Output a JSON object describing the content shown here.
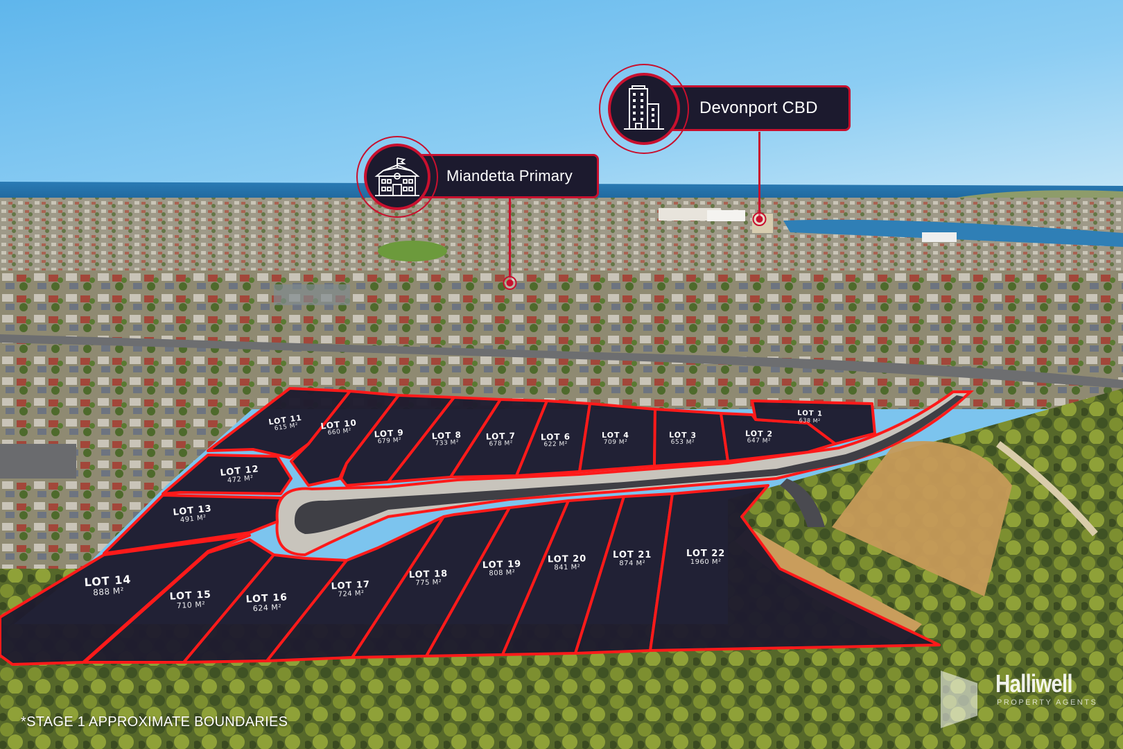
{
  "colors": {
    "sky_top": "#6fbdee",
    "sky_bottom": "#b3dcf4",
    "sea": "#1f6fa8",
    "lot_fill": "#1e1c2e",
    "boundary": "#ff1a1a",
    "callout_bg": "#1c1a2e",
    "callout_border": "#c8102e",
    "text": "#ffffff"
  },
  "callouts": [
    {
      "id": "devonport-cbd",
      "label": "Devonport CBD",
      "icon": "office-building-icon"
    },
    {
      "id": "miandetta-primary",
      "label": "Miandetta Primary",
      "icon": "school-icon"
    }
  ],
  "lots": [
    {
      "name": "LOT 1",
      "area": "638 M²"
    },
    {
      "name": "LOT 2",
      "area": "647 M²"
    },
    {
      "name": "LOT 3",
      "area": "653 M²"
    },
    {
      "name": "LOT 4",
      "area": "709 M²"
    },
    {
      "name": "LOT 6",
      "area": "622 M²"
    },
    {
      "name": "LOT 7",
      "area": "678 M²"
    },
    {
      "name": "LOT 8",
      "area": "733 M²"
    },
    {
      "name": "LOT 9",
      "area": "679 M²"
    },
    {
      "name": "LOT 10",
      "area": "660 M²"
    },
    {
      "name": "LOT 11",
      "area": "615 M²"
    },
    {
      "name": "LOT 12",
      "area": "472 M²"
    },
    {
      "name": "LOT 13",
      "area": "491 M²"
    },
    {
      "name": "LOT 14",
      "area": "888 M²"
    },
    {
      "name": "LOT 15",
      "area": "710 M²"
    },
    {
      "name": "LOT 16",
      "area": "624 M²"
    },
    {
      "name": "LOT 17",
      "area": "724 M²"
    },
    {
      "name": "LOT 18",
      "area": "775 M²"
    },
    {
      "name": "LOT 19",
      "area": "808 M²"
    },
    {
      "name": "LOT 20",
      "area": "841 M²"
    },
    {
      "name": "LOT 21",
      "area": "874 M²"
    },
    {
      "name": "LOT 22",
      "area": "1960 M²"
    }
  ],
  "disclaimer": "*STAGE 1 APPROXIMATE BOUNDARIES",
  "brand": {
    "name": "Halliwell",
    "tagline": "PROPERTY AGENTS"
  }
}
